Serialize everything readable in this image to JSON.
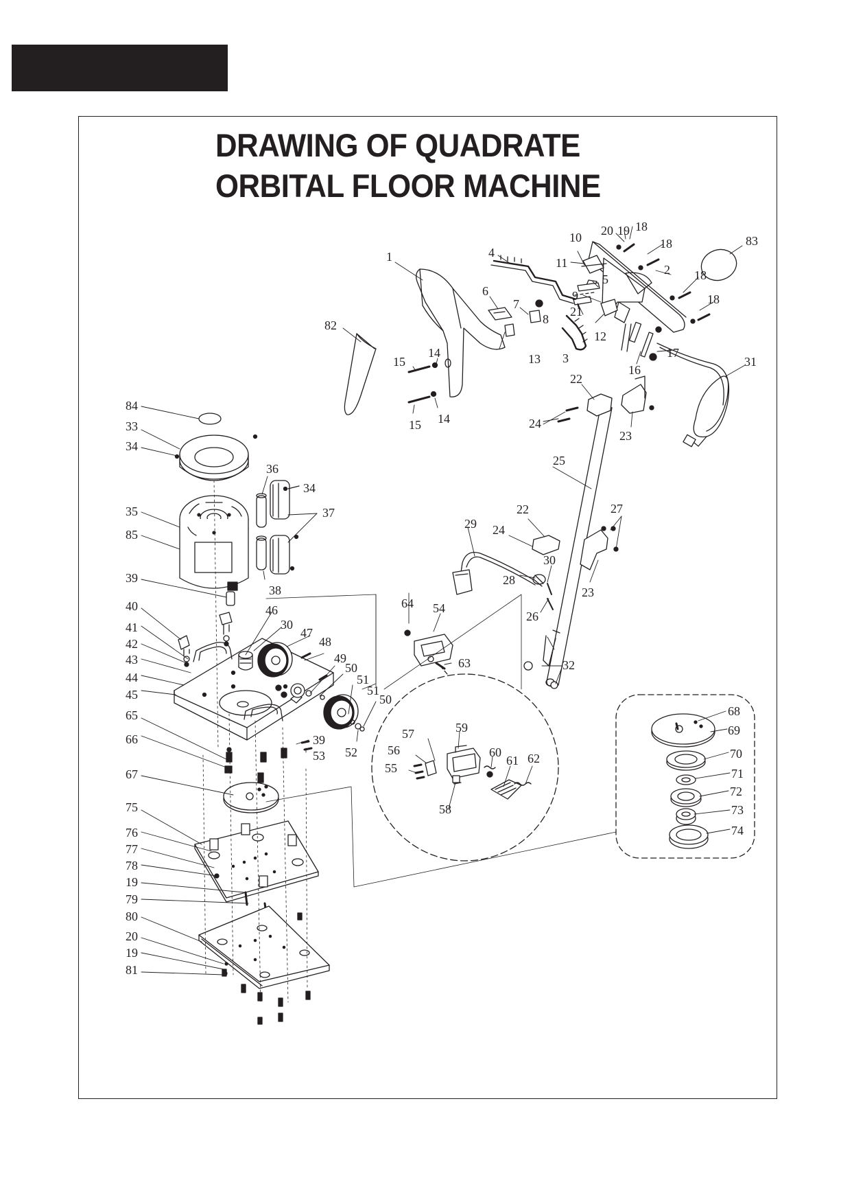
{
  "title": {
    "line1": "DRAWING OF QUADRATE",
    "line2": "ORBITAL FLOOR MACHINE"
  },
  "part_numbers": [
    "1",
    "2",
    "3",
    "4",
    "5",
    "6",
    "7",
    "8",
    "9",
    "10",
    "11",
    "12",
    "13",
    "14",
    "14",
    "15",
    "15",
    "16",
    "17",
    "18",
    "18",
    "18",
    "18",
    "19",
    "19",
    "19",
    "20",
    "20",
    "21",
    "22",
    "22",
    "23",
    "23",
    "24",
    "24",
    "25",
    "26",
    "27",
    "28",
    "29",
    "30",
    "30",
    "31",
    "32",
    "33",
    "34",
    "34",
    "35",
    "36",
    "37",
    "38",
    "39",
    "39",
    "40",
    "41",
    "42",
    "43",
    "44",
    "45",
    "46",
    "47",
    "48",
    "49",
    "50",
    "50",
    "51",
    "51",
    "52",
    "53",
    "54",
    "55",
    "56",
    "57",
    "58",
    "59",
    "60",
    "61",
    "62",
    "63",
    "64",
    "65",
    "66",
    "67",
    "68",
    "69",
    "70",
    "71",
    "72",
    "73",
    "74",
    "75",
    "76",
    "77",
    "78",
    "79",
    "80",
    "81",
    "82",
    "83",
    "84",
    "85"
  ]
}
